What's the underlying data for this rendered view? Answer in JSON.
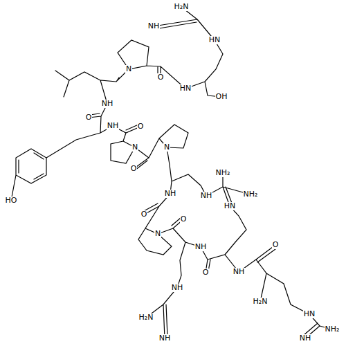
{
  "diagram": {
    "labels": [
      "H₂N",
      "NH",
      "HN",
      "O",
      "N",
      "HN",
      "OH",
      "NH",
      "O",
      "NH",
      "O",
      "N",
      "N",
      "O",
      "HO",
      "NH₂",
      "NH",
      "NH",
      "NH₂",
      "HN",
      "O",
      "O",
      "N",
      "NH",
      "O",
      "O",
      "NH",
      "NH",
      "H₂N",
      "HN",
      "H₂N",
      "NH₂",
      "NH",
      "NH"
    ]
  }
}
